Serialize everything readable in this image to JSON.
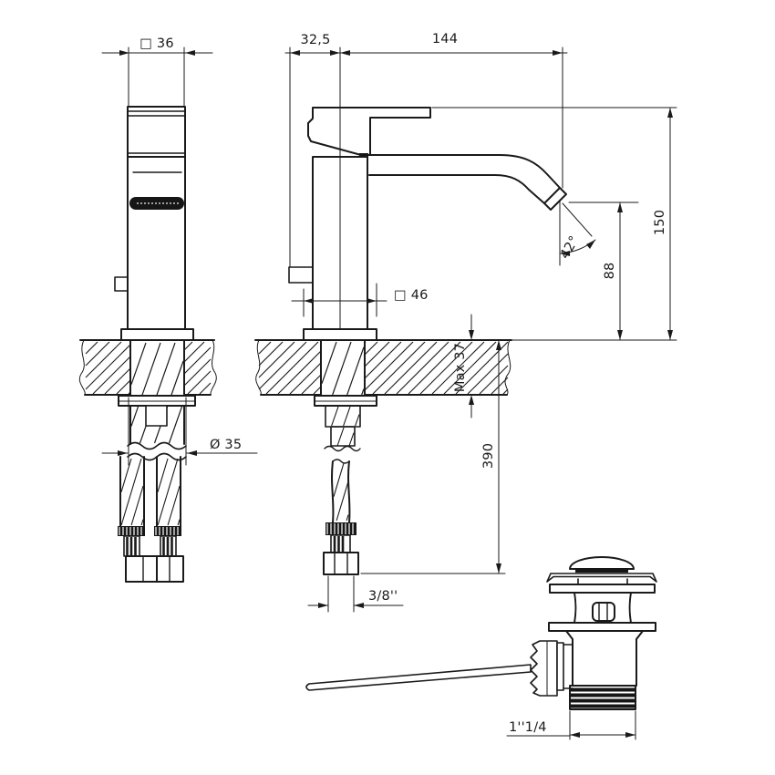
{
  "drawing": {
    "type": "technical-dimension-drawing",
    "subject": "single-lever basin mixer tap with pop-up waste",
    "ink_color": "#1a1a1a",
    "background": "#ffffff"
  },
  "views": {
    "left_view": "faucet rear elevation",
    "front_view": "faucet side elevation with spout",
    "drain_view": "pop-up waste assembly with rod"
  },
  "dimensions": {
    "body_width": "□ 36",
    "handle_offset": "32,5",
    "spout_reach": "144",
    "total_height": "150",
    "spout_height": "88",
    "spout_angle": "42°",
    "base_width": "□ 46",
    "deck_max": "Max 37",
    "hose_length": "390",
    "hole_diameter": "Ø 35",
    "hose_thread": "3/8''",
    "waste_thread": "1''1/4"
  }
}
